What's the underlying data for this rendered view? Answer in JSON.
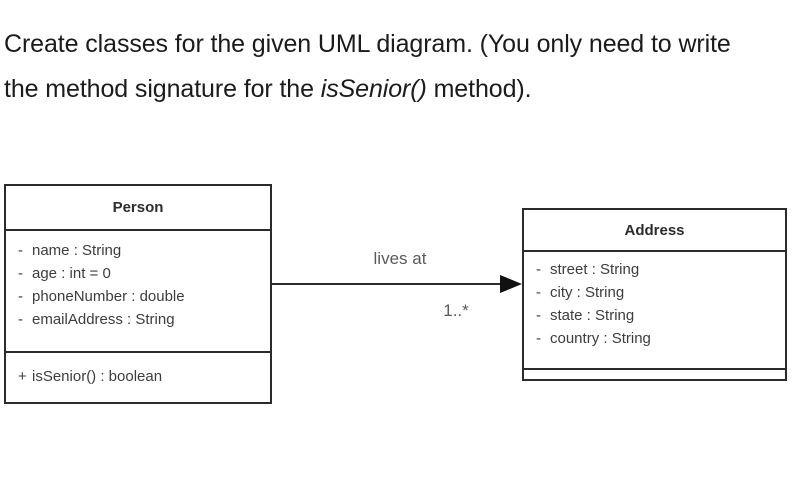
{
  "question": {
    "part1": "Create classes for the given UML diagram. (You only need to write the method signature for the ",
    "emphasis": "isSenior()",
    "part2": " method)."
  },
  "diagram": {
    "type": "uml-class-diagram",
    "classes": [
      {
        "name": "Person",
        "attributes": [
          {
            "visibility": "-",
            "text": "name : String"
          },
          {
            "visibility": "-",
            "text": "age : int = 0"
          },
          {
            "visibility": "-",
            "text": "phoneNumber : double"
          },
          {
            "visibility": "-",
            "text": "emailAddress : String"
          }
        ],
        "methods": [
          {
            "visibility": "+",
            "text": "isSenior() : boolean"
          }
        ]
      },
      {
        "name": "Address",
        "attributes": [
          {
            "visibility": "-",
            "text": "street : String"
          },
          {
            "visibility": "-",
            "text": "city : String"
          },
          {
            "visibility": "-",
            "text": "state : String"
          },
          {
            "visibility": "-",
            "text": "country : String"
          }
        ],
        "methods": []
      }
    ],
    "association": {
      "label": "lives at",
      "multiplicity_target": "1..*",
      "source": "Person",
      "target": "Address",
      "arrow": "open-directed-filled"
    }
  },
  "colors": {
    "background": "#ffffff",
    "text": "#1b1b1b",
    "box_border": "#2b2b2b",
    "member_text": "#3d3d3d",
    "label_text": "#5a5a5a"
  }
}
